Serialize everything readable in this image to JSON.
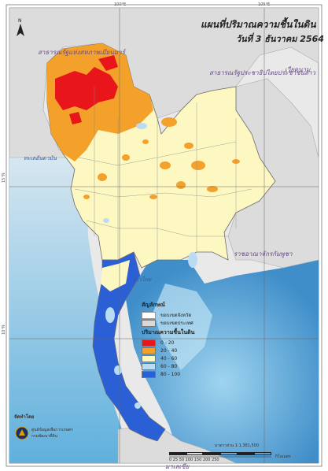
{
  "title": {
    "line1": "แผนที่ปริมาณความชื้นในดิน",
    "line2": "วันที่ 3 ธันวาคม 2564"
  },
  "countries": {
    "myanmar": "สาธารณรัฐแห่งสหภาพเมียนมาร์",
    "laos": "สาธารณรัฐประชาธิปไตยประชาชนลาว",
    "vietnam": "เวียดนาม",
    "cambodia": "ราชอาณาจักรกัมพูชา",
    "malaysia": "มาเลเซีย"
  },
  "seas": {
    "andaman": "ทะเลอันดามัน",
    "gulf": "อ่าวไทย"
  },
  "coords": {
    "top_left": "100°E",
    "top_right": "105°E",
    "left_mid": "15°N",
    "left_low": "10°N"
  },
  "legend": {
    "symbols_title": "สัญลักษณ์",
    "province_boundary": "ขอบเขตจังหวัด",
    "country_boundary": "ขอบเขตประเทศ",
    "moisture_title": "ปริมาณความชื้นในดิน",
    "classes": [
      {
        "label": "0 - 20",
        "color": "#e8161a"
      },
      {
        "label": "20 - 40",
        "color": "#f3a12a"
      },
      {
        "label": "40 - 60",
        "color": "#fdf7c2"
      },
      {
        "label": "60 - 80",
        "color": "#b9dcf2"
      },
      {
        "label": "80 - 100",
        "color": "#2b5fd6"
      }
    ]
  },
  "credits": {
    "label": "จัดทำโดย",
    "org1": "ศูนย์ข้อมูลเพื่อการเกษตร",
    "org2": "กรมพัฒนาที่ดิน"
  },
  "scale": {
    "ratio": "มาตราส่วน 1:1,381,500",
    "ticks": "0 25 50   100   150   200   250",
    "unit": "กิโลเมตร"
  }
}
